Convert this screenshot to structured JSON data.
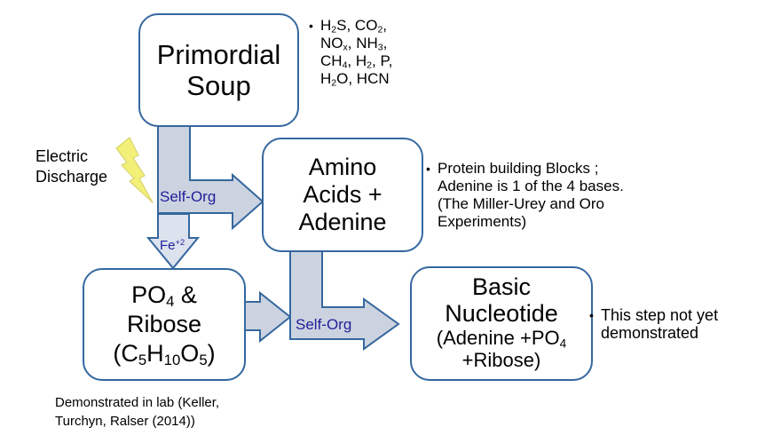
{
  "title": "Origin of nucleotides flow diagram",
  "colors": {
    "box_border": "#35679e",
    "arrow_fill": "#ccd3e0",
    "arrow_fill_light": "#dce2ee",
    "arrow_stroke": "#35679e",
    "arrow_label": "#1f1f9a",
    "bolt_fill": "#f3f07a",
    "bolt_stroke": "#d9d36a"
  },
  "nodes": {
    "primordial_soup": {
      "lines": [
        [
          {
            "t": "Primordial"
          }
        ],
        [
          {
            "t": "Soup"
          }
        ]
      ]
    },
    "amino_acids": {
      "lines": [
        [
          {
            "t": "Amino"
          }
        ],
        [
          {
            "t": "Acids +"
          }
        ],
        [
          {
            "t": "Adenine"
          }
        ]
      ]
    },
    "po4_ribose": {
      "lines": [
        [
          {
            "t": "PO"
          },
          {
            "t": "4",
            "sub": true
          },
          {
            "t": " &"
          }
        ],
        [
          {
            "t": "Ribose"
          }
        ],
        [
          {
            "t": "(C"
          },
          {
            "t": "5",
            "sub": true
          },
          {
            "t": "H"
          },
          {
            "t": "10",
            "sub": true
          },
          {
            "t": "O"
          },
          {
            "t": "5",
            "sub": true
          },
          {
            "t": ")"
          }
        ]
      ]
    },
    "basic_nucleotide": {
      "lines": [
        [
          {
            "t": "Basic"
          }
        ],
        [
          {
            "t": "Nucleotide"
          }
        ],
        [
          {
            "t": "(Adenine +PO"
          },
          {
            "t": "4",
            "sub": true
          }
        ],
        [
          {
            "t": "+Ribose)"
          }
        ]
      ]
    }
  },
  "notes": {
    "soup_ingredients": {
      "bullet": "•",
      "lines": [
        [
          {
            "t": "H"
          },
          {
            "t": "2",
            "sub": true
          },
          {
            "t": "S, CO"
          },
          {
            "t": "2",
            "sub": true
          },
          {
            "t": ","
          }
        ],
        [
          {
            "t": "NO"
          },
          {
            "t": "x",
            "sub": true
          },
          {
            "t": ", NH"
          },
          {
            "t": "3",
            "sub": true
          },
          {
            "t": ","
          }
        ],
        [
          {
            "t": "CH"
          },
          {
            "t": "4",
            "sub": true
          },
          {
            "t": ", H"
          },
          {
            "t": "2",
            "sub": true
          },
          {
            "t": ", P,"
          }
        ],
        [
          {
            "t": "H"
          },
          {
            "t": "2",
            "sub": true
          },
          {
            "t": "O, HCN"
          }
        ]
      ]
    },
    "amino_note": {
      "bullet": "•",
      "lines": [
        [
          {
            "t": "Protein building Blocks ;"
          }
        ],
        [
          {
            "t": "Adenine is 1 of the 4 bases."
          }
        ],
        [
          {
            "t": "(The Miller-Urey and Oro"
          }
        ],
        [
          {
            "t": "Experiments)"
          }
        ]
      ]
    },
    "nucleotide_note": {
      "bullet": "•",
      "lines": [
        [
          {
            "t": "This step not yet"
          }
        ],
        [
          {
            "t": "demonstrated"
          }
        ]
      ]
    },
    "electric_discharge": {
      "lines": [
        [
          {
            "t": "Electric"
          }
        ],
        [
          {
            "t": "Discharge"
          }
        ]
      ]
    },
    "lab_demo": {
      "lines": [
        [
          {
            "t": "Demonstrated in lab (Keller,"
          }
        ],
        [
          {
            "t": "Turchyn, Ralser (2014))"
          }
        ]
      ]
    }
  },
  "arrows": {
    "soup_to_amino_label": "Self-Org",
    "iron_catalyst": [
      {
        "t": "Fe"
      },
      {
        "t": "+2",
        "sup": true
      }
    ],
    "to_nucleotide_label": "Self-Org"
  }
}
